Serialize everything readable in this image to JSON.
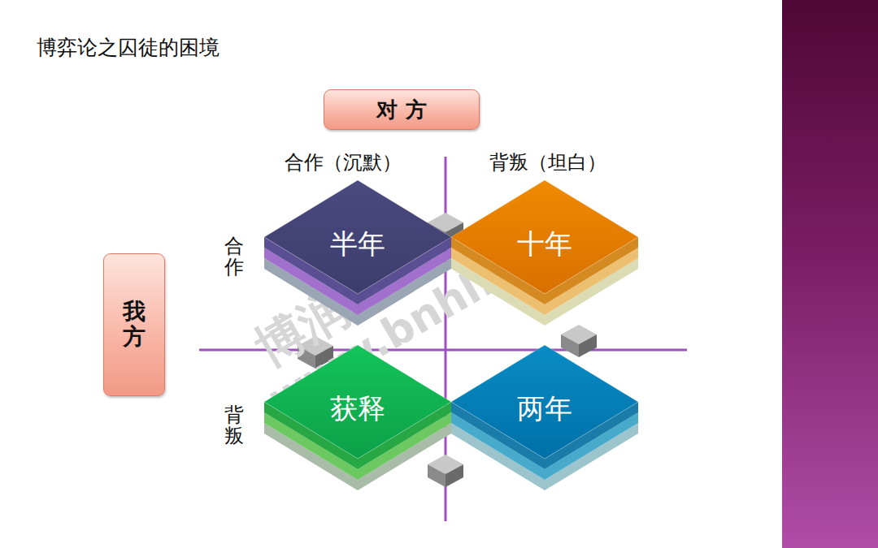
{
  "diagram": {
    "title": "博弈论之囚徒的困境",
    "nodes": [
      {
        "text": [
          "对 方"
        ]
      },
      {
        "text": [
          "我方"
        ]
      },
      {
        "text": [
          "半年"
        ]
      },
      {
        "text": [
          "十年"
        ]
      },
      {
        "text": [
          "获释"
        ]
      },
      {
        "text": [
          "两年"
        ]
      }
    ],
    "labels": [
      "合作（沉默）",
      "背叛（坦白）",
      "合作",
      "背叛",
      "博润顾问",
      "www.bnhl.com"
    ]
  }
}
